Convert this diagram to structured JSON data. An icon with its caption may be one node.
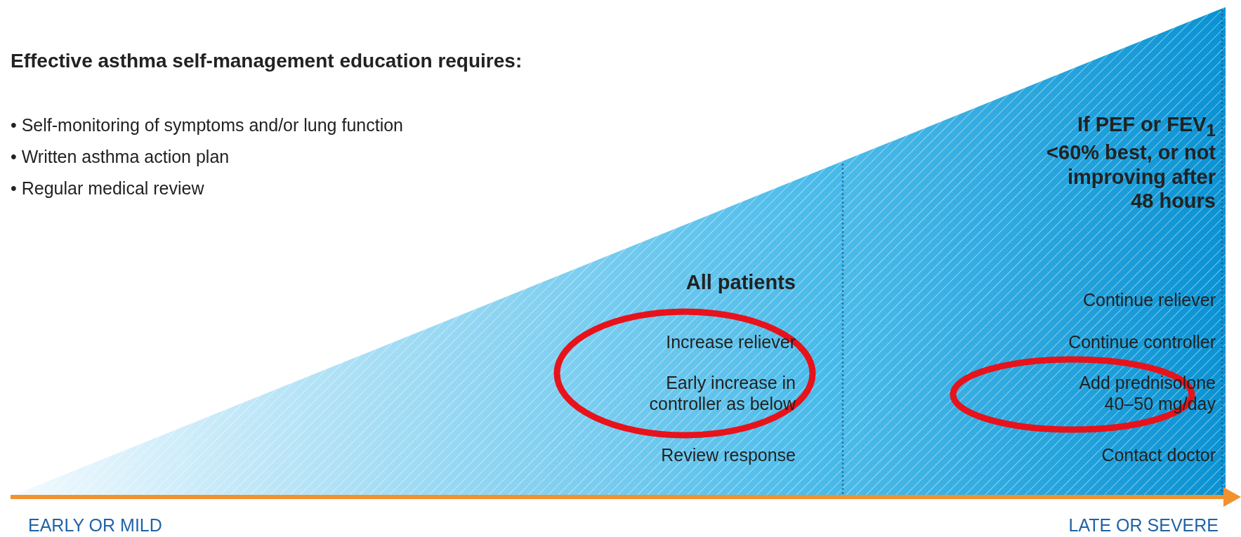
{
  "diagram": {
    "title": "Effective asthma self-management education requires:",
    "labels": [
      "• Self-monitoring of symptoms and/or lung function",
      "• Written asthma action plan",
      "• Regular medical review",
      "If PEF or FEV$_{1}$ <60% best, or not improving after 48 hours",
      "All patients",
      "Continue reliever",
      "Increase reliever",
      "Continue controller",
      "Early increase in controller as below",
      "Add prednisolone 40–50 mg/day",
      "Review response",
      "Contact doctor",
      "EARLY OR MILD",
      "LATE OR SEVERE"
    ]
  }
}
